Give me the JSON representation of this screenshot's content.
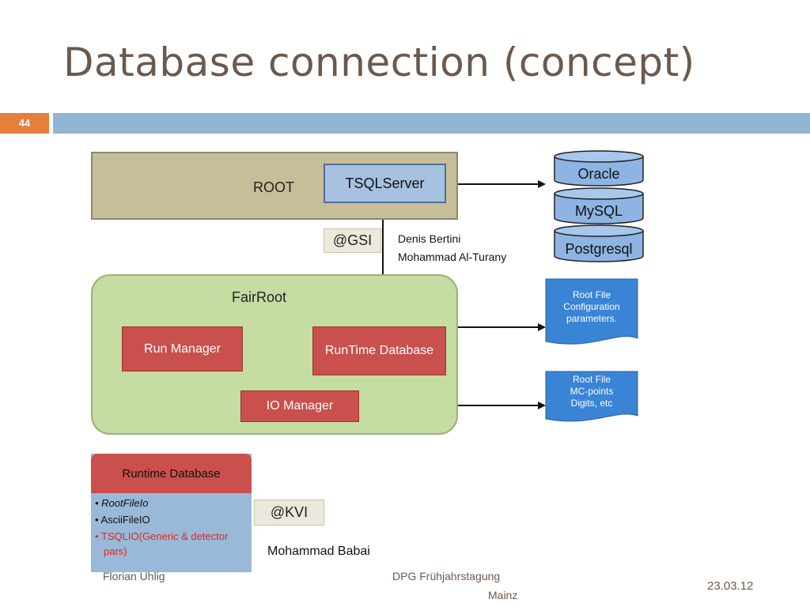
{
  "slide": {
    "title": "Database connection (concept)",
    "page_number": "44"
  },
  "diagram": {
    "root_label": "ROOT",
    "tsqlserver_label": "TSQLServer",
    "gsi_label": "@GSI",
    "gsi_authors": [
      "Denis Bertini",
      "Mohammad Al-Turany"
    ],
    "fairroot_label": "FairRoot",
    "run_manager_label": "Run Manager",
    "runtime_database_label": "RunTime Database",
    "io_manager_label": "IO Manager",
    "databases": [
      "Oracle",
      "MySQL",
      "Postgresql"
    ],
    "root_file_config": [
      "Root File",
      "Configuration",
      "parameters."
    ],
    "root_file_mc": [
      "Root File",
      "MC-points",
      "Digits, etc"
    ],
    "colors": {
      "root_fill": "#c6bd99",
      "fairroot_fill": "#c5dca2",
      "manager_red": "#c9504d",
      "db_blue": "#8eb4e3",
      "doc_blue": "#3a84d6"
    }
  },
  "runtime_panel": {
    "title": "Runtime Database",
    "items": [
      "RootFileIo",
      "AsciiFileIO",
      "TSQLIO(Generic & detector",
      "pars)"
    ]
  },
  "kvi": {
    "label": "@KVI",
    "author": "Mohammad Babai"
  },
  "footer": {
    "author": "Florian Uhlig",
    "event_line1": "DPG Frühjahrstagung",
    "event_line2": "Mainz",
    "date": "23.03.12"
  }
}
